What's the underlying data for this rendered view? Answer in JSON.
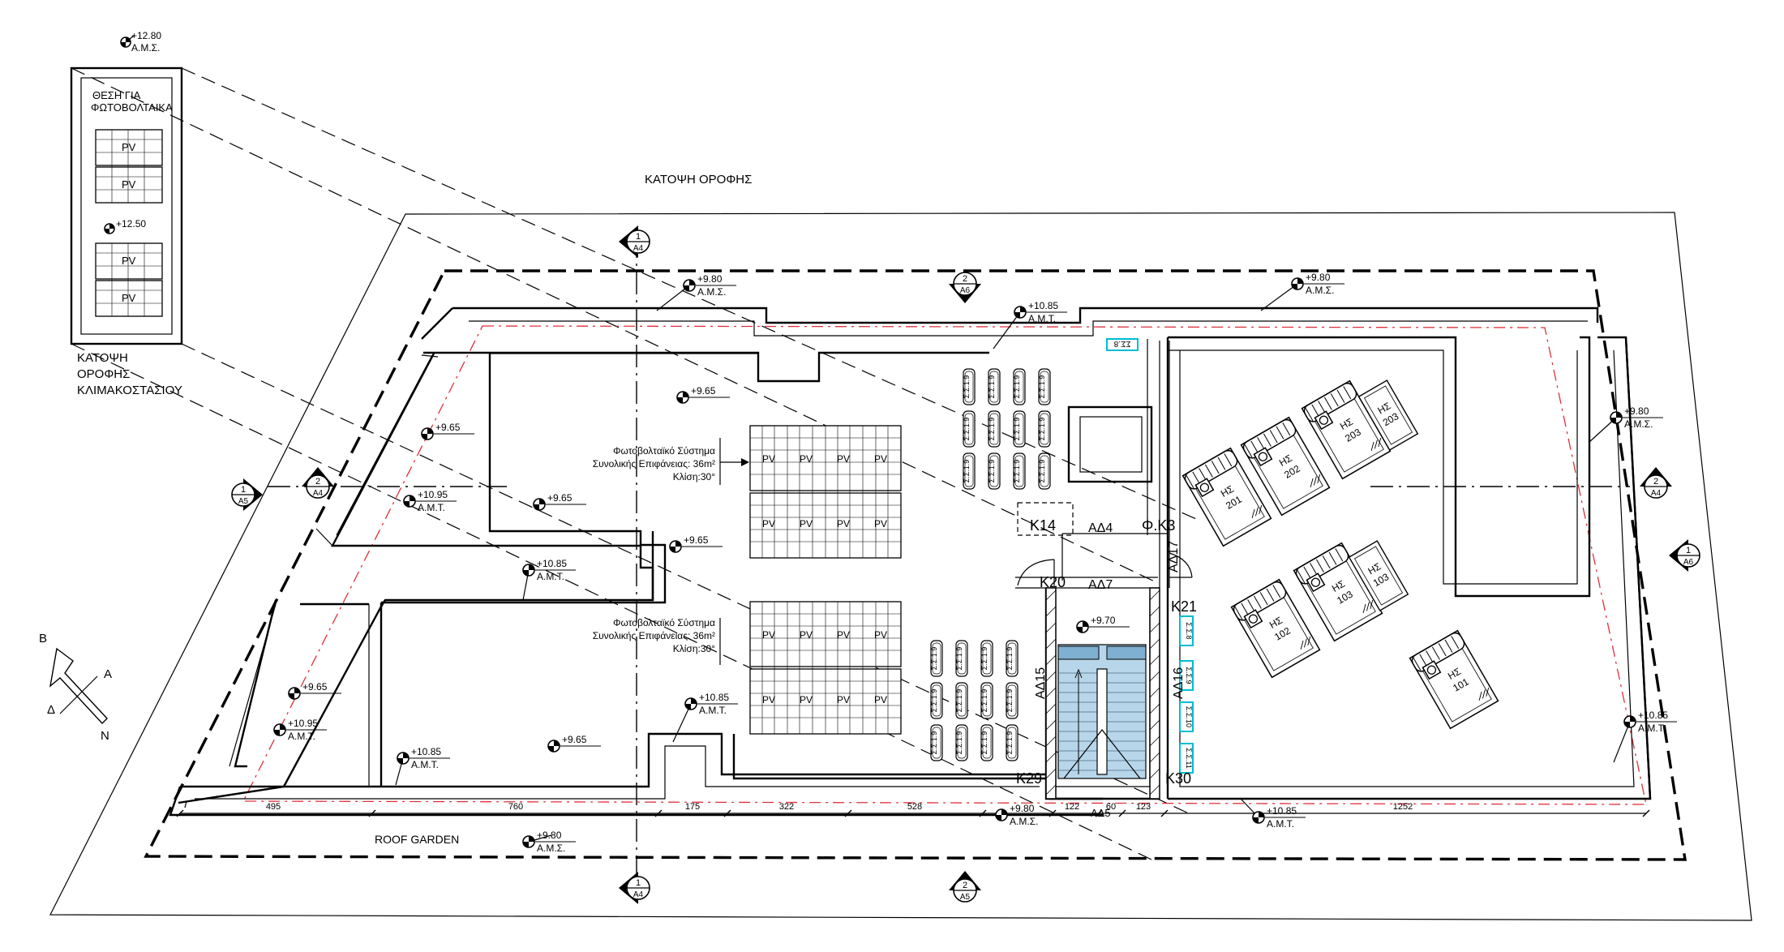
{
  "drawing": {
    "title": "ΚΑΤΟΨΗ ΟΡΟΦΗΣ",
    "roof_garden": "ROOF GARDEN",
    "stair_roof": {
      "line1": "ΚΑΤΟΨΗ",
      "line2": "ΟΡΟΦΗΣ",
      "line3": "ΚΛΙΜΑΚΟΣΤΑΣΙΟΥ",
      "pv_position_line1": "ΘΕΣΗ ΓΙΑ",
      "pv_position_line2": "ΦΩΤΟΒΟΛΤΑΙΚΑ",
      "level_top": "+12.80",
      "level_top_unit": "Α.Μ.Σ.",
      "level_mid": "+12.50"
    },
    "pv_label": "PV",
    "pv_system": {
      "line1": "Φωτοβολταϊκό Σύστημα",
      "line2": "Συνολικής Επιφάνειας: 36m²",
      "line3": "Κλίση:30°"
    },
    "collector_label": "Σ.Σ.1.9",
    "solar_heater": "ΗΣ",
    "heater_numbers": [
      "201",
      "202",
      "203",
      "101",
      "102",
      "103"
    ],
    "heater_numbers_extra": [
      "203",
      "103"
    ],
    "rooms": {
      "k14": "Κ14",
      "ad4": "ΑΔ4",
      "fk3": "Φ.Κ3",
      "k20": "Κ20",
      "ad7": "ΑΔ7",
      "ad17": "ΑΔ17",
      "k21": "Κ21",
      "ad15": "ΑΔ15",
      "ad16": "ΑΔ16",
      "k29": "Κ29",
      "k30": "Κ30",
      "ad5": "ΑΔ5"
    },
    "units": {
      "ams": "Α.Μ.Σ.",
      "amt": "Α.Μ.Τ."
    },
    "levels": {
      "l980_top": "+9.80",
      "l980_right": "+9.80",
      "l980_bottom": "+9.80",
      "l1085_top": "+10.85",
      "l965_a": "+9.65",
      "l965_b": "+9.65",
      "l965_c": "+9.65",
      "l965_d": "+9.65",
      "l965_e": "+9.65",
      "l965_f": "+9.65",
      "l1095_a": "+10.95",
      "l1095_b": "+10.95",
      "l1085_a": "+10.85",
      "l1085_b": "+10.85",
      "l1085_c": "+10.85",
      "l1085_d": "+10.85",
      "l1085_e": "+10.85",
      "l970": "+9.70",
      "l980_right_side": "+9.80"
    },
    "dims": [
      "495",
      "760",
      "175",
      "322",
      "528",
      "122",
      "60",
      "123",
      "1252"
    ],
    "sections": {
      "s1a4_top": {
        "num": "1",
        "sheet": "A4"
      },
      "s2a6_top": {
        "num": "2",
        "sheet": "A6"
      },
      "s1a5_left": {
        "num": "1",
        "sheet": "A5"
      },
      "s2a4_left": {
        "num": "2",
        "sheet": "A4"
      },
      "s2a4_right": {
        "num": "2",
        "sheet": "A4"
      },
      "s1a6_right": {
        "num": "1",
        "sheet": "A6"
      },
      "s1a4_bottom": {
        "num": "1",
        "sheet": "A4"
      },
      "s2a5_bottom": {
        "num": "2",
        "sheet": "A5"
      }
    },
    "compass": {
      "b": "B",
      "a": "A",
      "d": "Δ",
      "n": "N"
    },
    "cyan_tags": [
      "ΣΣ.8",
      "Σ.Σ.8",
      "Σ.Σ.9",
      "Σ.Σ.10",
      "Σ.Σ.11"
    ]
  }
}
